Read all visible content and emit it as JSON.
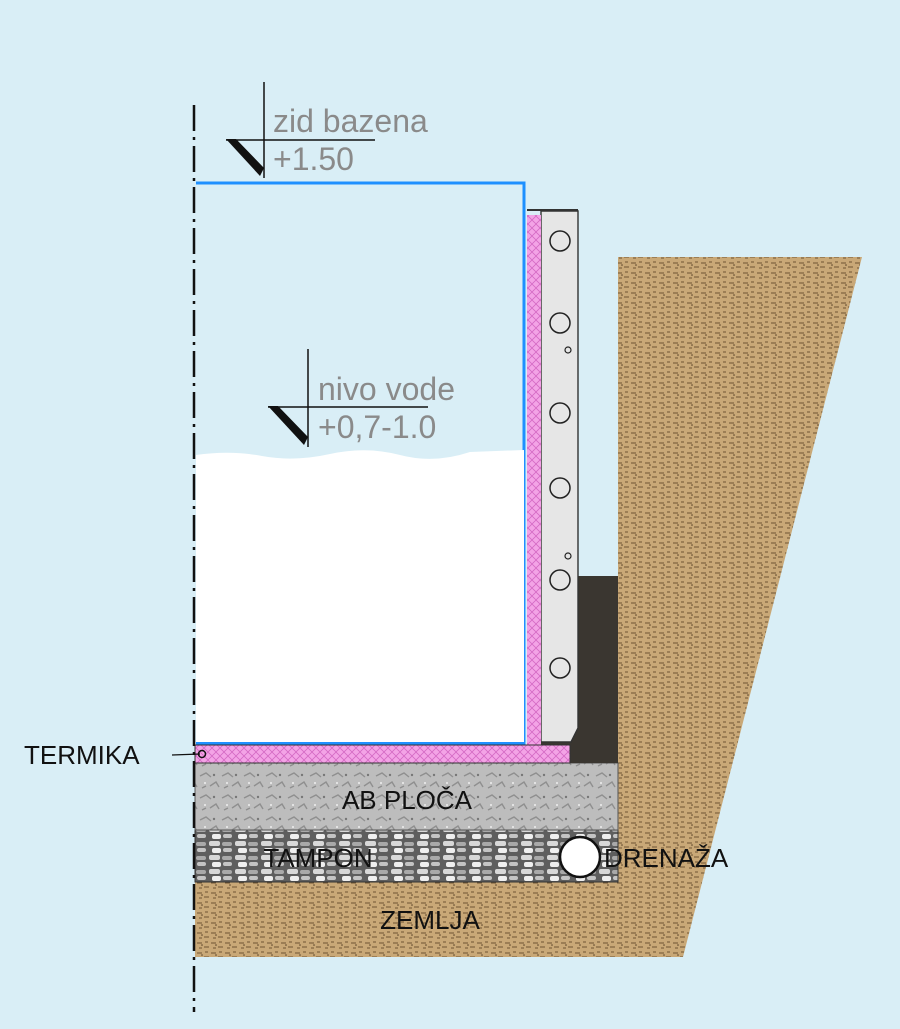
{
  "levels": {
    "wall": {
      "name": "zid bazena",
      "value": "+1.50"
    },
    "water": {
      "name": "nivo vode",
      "value": "+0,7-1.0"
    }
  },
  "labels": {
    "insulation": "TERMIKA",
    "slab": "AB PLOČA",
    "gravel": "TAMPON",
    "drainage": "DRENAŽA",
    "soil": "ZEMLJA"
  },
  "colors": {
    "background": "#d9eef6",
    "soil": "#c9a877",
    "insulation": "#f3a3e6",
    "membrane": "#1e90ff",
    "slab": "#bdbdbd",
    "gravel": "#8e8e8e",
    "backfill": "#3a3630",
    "level_text": "#8a8a8a"
  }
}
